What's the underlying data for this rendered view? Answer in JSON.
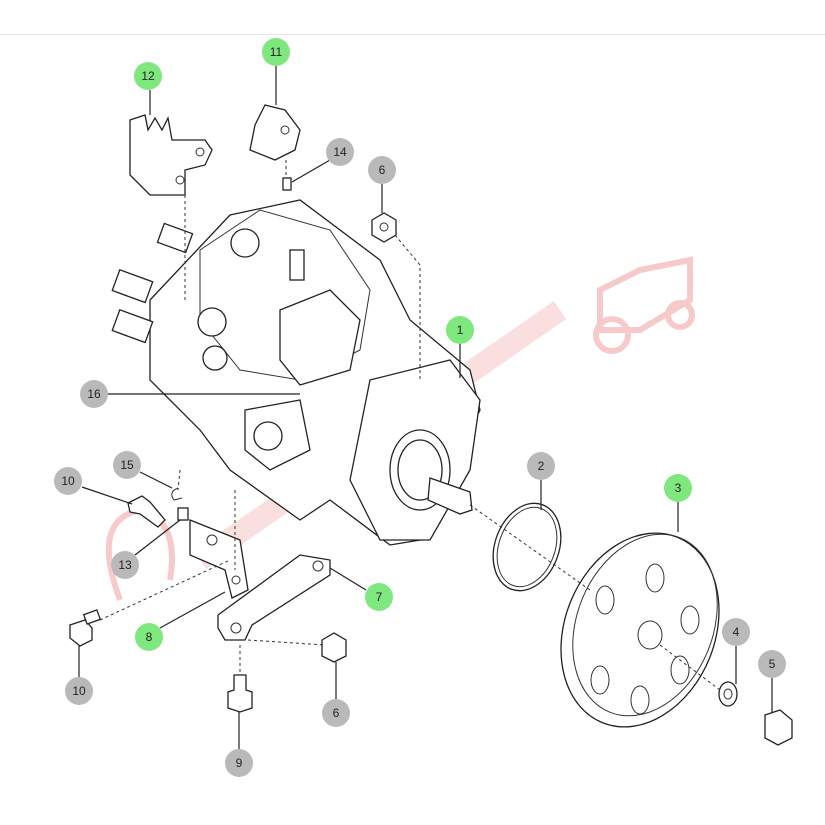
{
  "callouts": [
    {
      "number": "12",
      "style": "green"
    },
    {
      "number": "11",
      "style": "green"
    },
    {
      "number": "14",
      "style": "gray"
    },
    {
      "number": "6",
      "style": "gray"
    },
    {
      "number": "1",
      "style": "green"
    },
    {
      "number": "16",
      "style": "gray"
    },
    {
      "number": "2",
      "style": "gray"
    },
    {
      "number": "3",
      "style": "green"
    },
    {
      "number": "15",
      "style": "gray"
    },
    {
      "number": "10",
      "style": "gray"
    },
    {
      "number": "13",
      "style": "gray"
    },
    {
      "number": "7",
      "style": "green"
    },
    {
      "number": "8",
      "style": "green"
    },
    {
      "number": "4",
      "style": "gray"
    },
    {
      "number": "5",
      "style": "gray"
    },
    {
      "number": "10",
      "style": "gray"
    },
    {
      "number": "6",
      "style": "gray"
    },
    {
      "number": "9",
      "style": "gray"
    }
  ],
  "colors": {
    "green": "#7ee87e",
    "gray": "#b9b9b9",
    "watermark": "#f4b4b4"
  }
}
